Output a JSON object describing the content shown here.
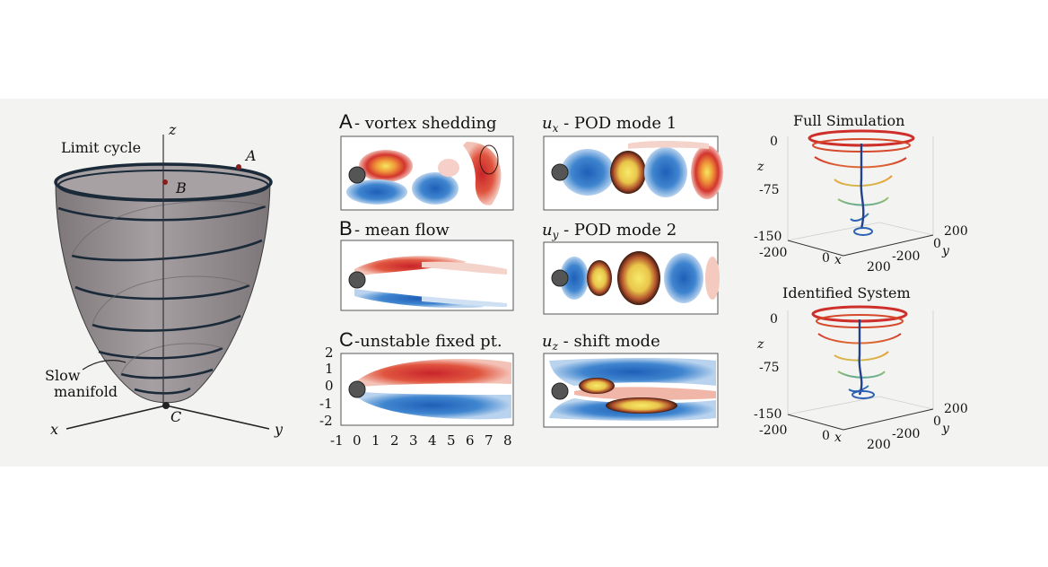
{
  "colors": {
    "cone": "#8f8a8d",
    "limit_cycle": "#1b2a38",
    "warm": "#c8242b",
    "cool": "#2a5fb0",
    "yellow": "#f3e55a"
  },
  "left": {
    "label_limit_cycle": "Limit cycle",
    "label_slow": "Slow",
    "label_manifold": "manifold",
    "axis_x": "x",
    "axis_y": "y",
    "axis_z": "z",
    "point_a": "A",
    "point_b": "B",
    "point_c": "C"
  },
  "flow_panels": {
    "a_letter": "A",
    "a_title": "- vortex shedding",
    "b_letter": "B",
    "b_title": "- mean flow",
    "c_letter": "C",
    "c_title": "-unstable fixed pt.",
    "yticks": [
      "2",
      "1",
      "0",
      "-1",
      "-2"
    ],
    "xticks": [
      "-1",
      "0",
      "1",
      "2",
      "3",
      "4",
      "5",
      "6",
      "7",
      "8"
    ]
  },
  "mode_panels": {
    "m1_var": "u",
    "m1_sub": "x",
    "m1_title": " - POD mode 1",
    "m2_var": "u",
    "m2_sub": "y",
    "m2_title": " - POD mode 2",
    "m3_var": "u",
    "m3_sub": "z",
    "m3_title": " - shift mode"
  },
  "sims": {
    "full_title": "Full Simulation",
    "ident_title": "Identified System",
    "z_label": "z",
    "z_ticks": [
      "0",
      "-75",
      "-150"
    ],
    "x_ticks": [
      "-200",
      "0"
    ],
    "x_label": "x",
    "y_ticks": [
      "200",
      "0",
      "200",
      "-200"
    ],
    "y_label": "y"
  }
}
